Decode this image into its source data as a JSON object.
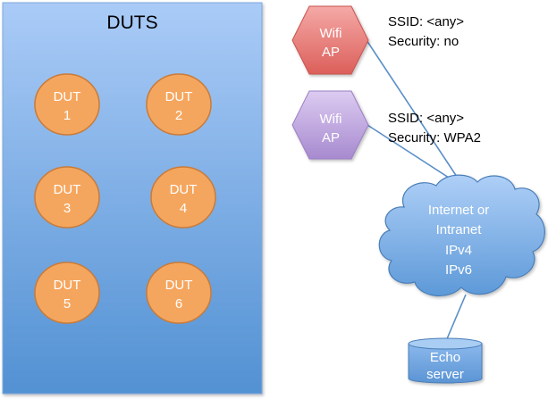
{
  "diagram": {
    "duts_group": {
      "title": "DUTS",
      "fill_top": "#a9cbf7",
      "fill_bottom": "#5492d2",
      "devices": [
        {
          "line1": "DUT",
          "line2": "1"
        },
        {
          "line1": "DUT",
          "line2": "2"
        },
        {
          "line1": "DUT",
          "line2": "3"
        },
        {
          "line1": "DUT",
          "line2": "4"
        },
        {
          "line1": "DUT",
          "line2": "5"
        },
        {
          "line1": "DUT",
          "line2": "6"
        }
      ],
      "device_fill": "#f5a65e",
      "device_stroke": "#c97b38"
    },
    "access_points": [
      {
        "line1": "Wifi",
        "line2": "AP",
        "color": "#e87470",
        "color_light": "#f4a5a2",
        "ssid": "SSID: <any>",
        "security": "Security: no"
      },
      {
        "line1": "Wifi",
        "line2": "AP",
        "color": "#b196d8",
        "color_light": "#d6c6ee",
        "ssid": "SSID: <any>",
        "security": "Security: WPA2"
      }
    ],
    "network": {
      "lines": [
        "Internet or",
        "Intranet",
        "IPv4",
        "IPv6"
      ],
      "fill_top": "#a7cbf5",
      "fill_bottom": "#5e9ad9",
      "stroke": "#4a7eb8"
    },
    "server": {
      "line1": "Echo",
      "line2": "server",
      "fill": "#6aa3e0",
      "top_fill": "#9ec4ef"
    },
    "connector_color": "#5b8fc7"
  }
}
